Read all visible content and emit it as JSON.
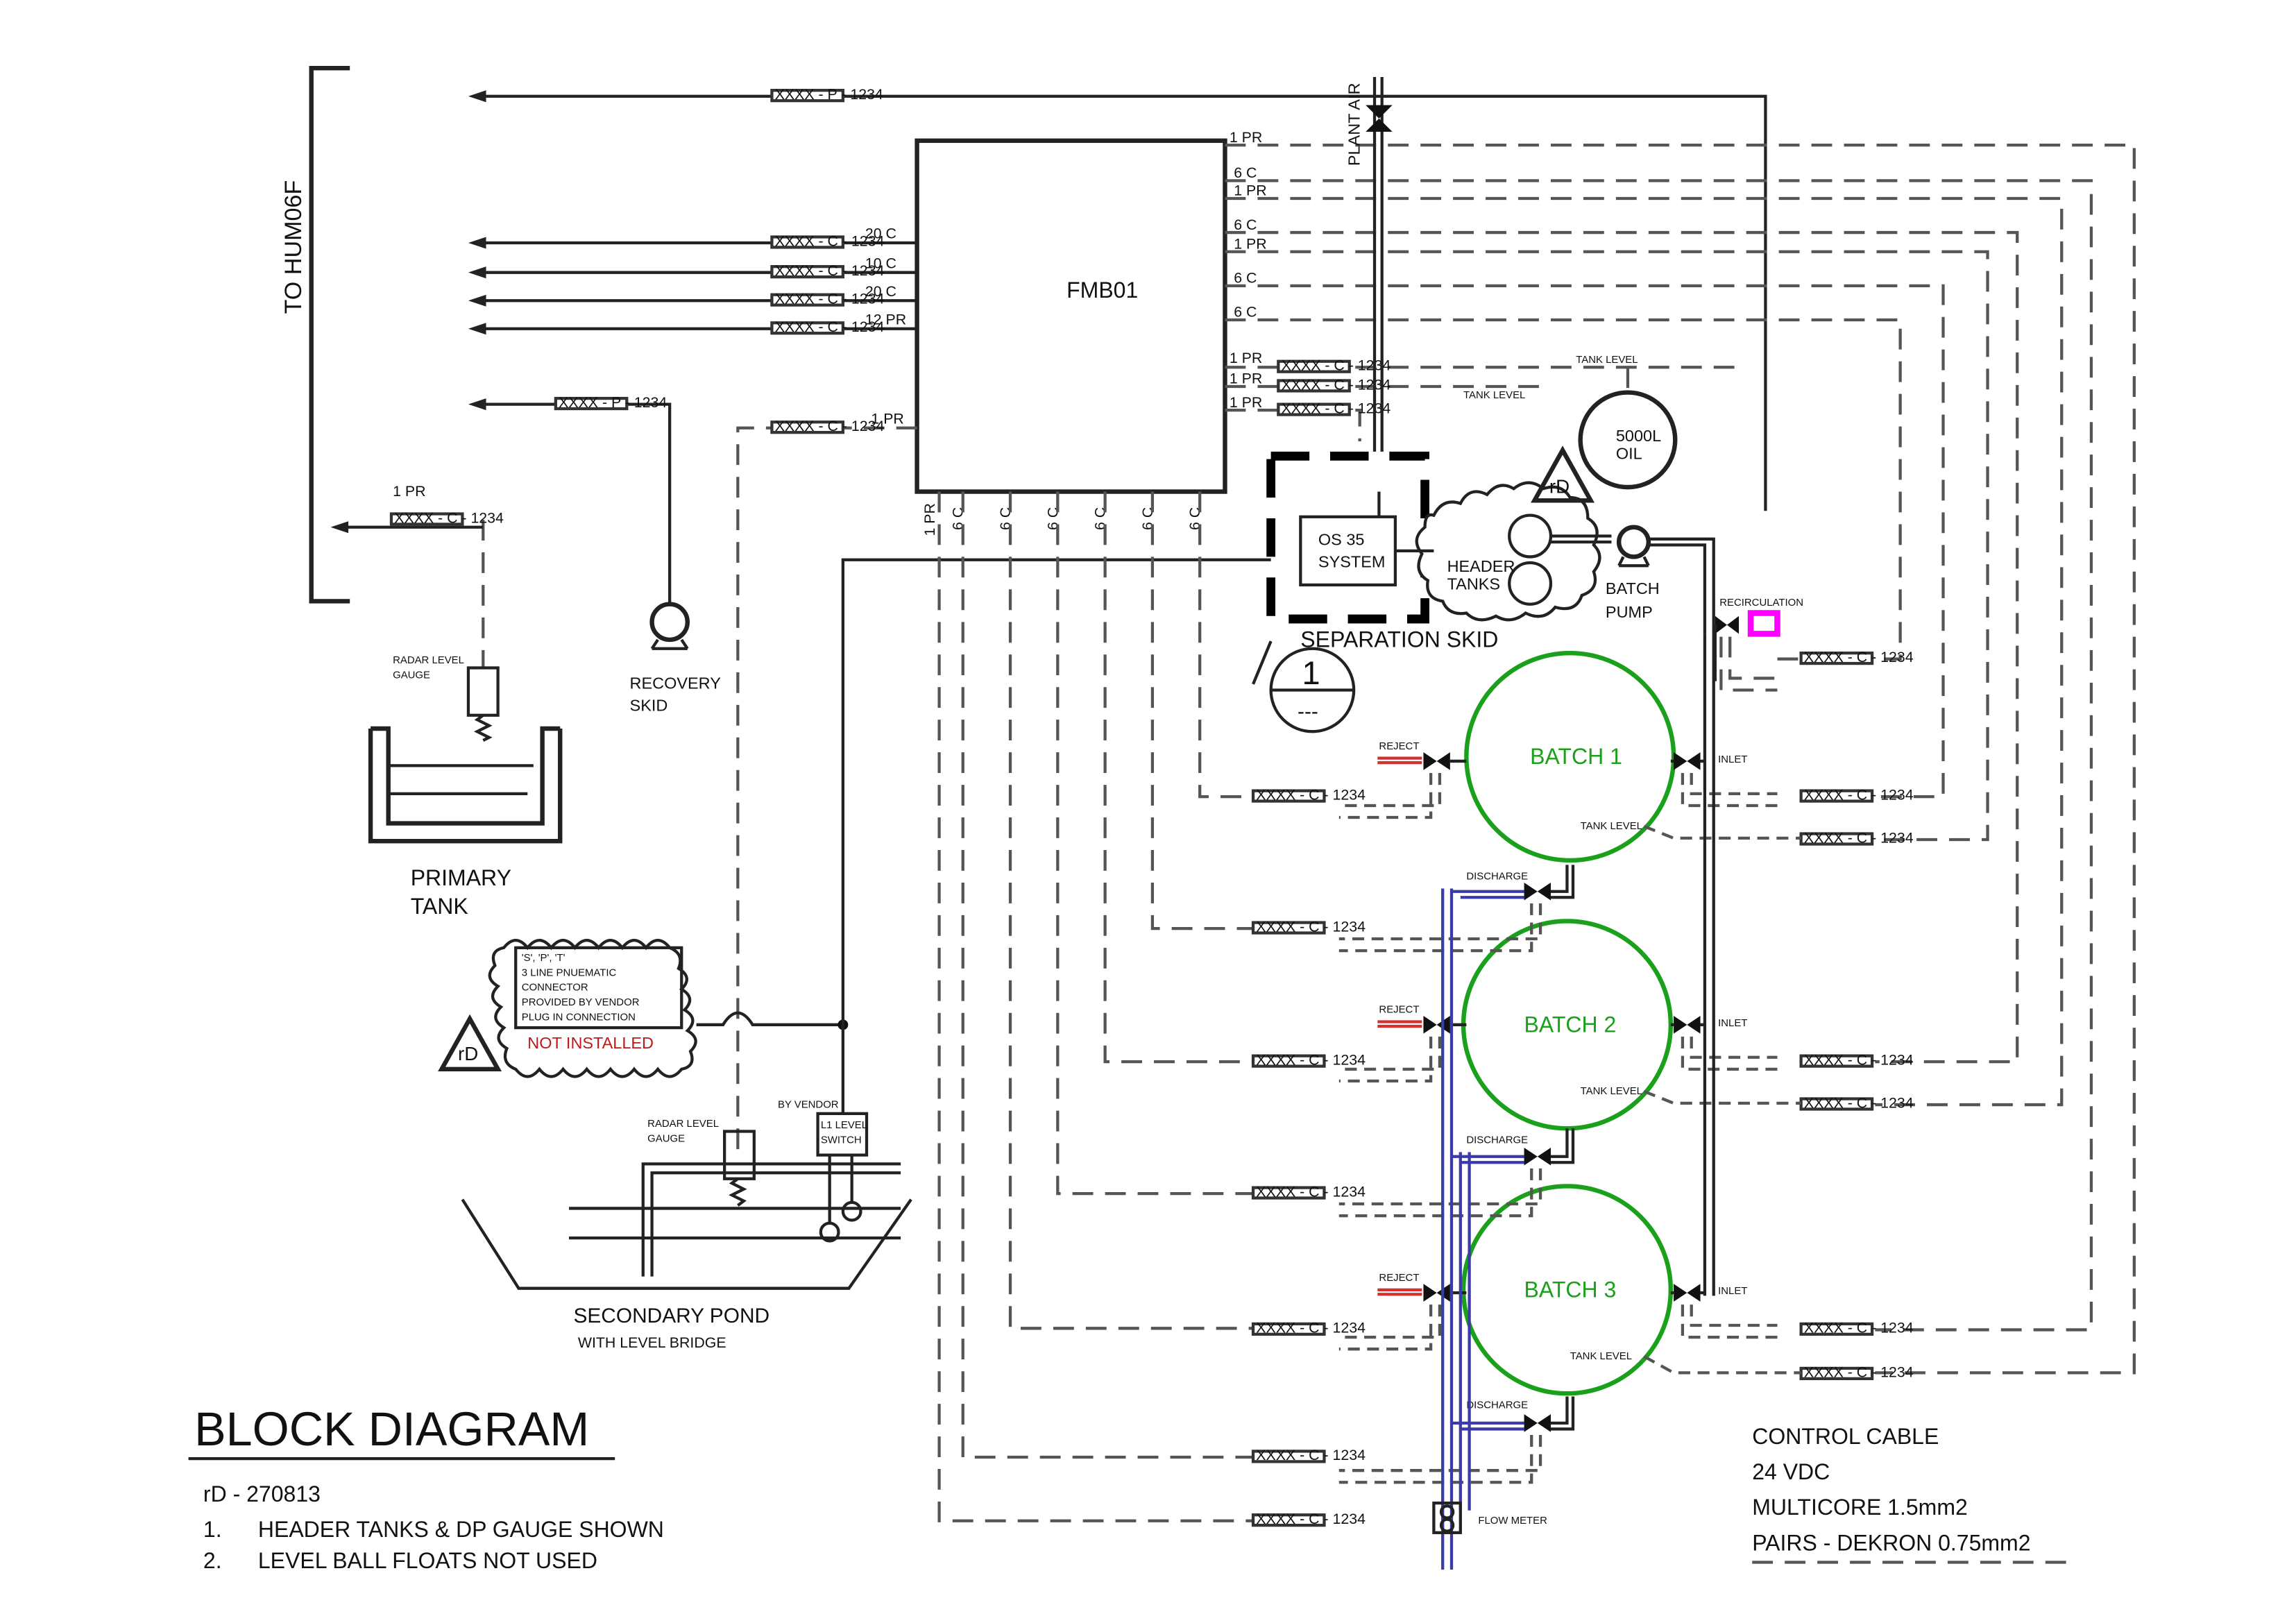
{
  "labels": {
    "to_hum": "TO HUM06F",
    "plant_air": "PLANT AIR",
    "fmb": "FMB01",
    "os35_line1": "OS 35",
    "os35_line2": "SYSTEM",
    "separation_skid": "SEPARATION SKID",
    "header_tanks_line1": "HEADER",
    "header_tanks_line2": "TANKS",
    "oil_tank_line1": "5000L",
    "oil_tank_line2": "OIL",
    "batch_pump_line1": "BATCH",
    "batch_pump_line2": "PUMP",
    "recirculation": "RECIRCULATION",
    "tank_level": "TANK LEVEL",
    "recovery_line1": "RECOVERY",
    "recovery_line2": "SKID",
    "radar_line1": "RADAR LEVEL",
    "radar_line2": "GAUGE",
    "primary_line1": "PRIMARY",
    "primary_line2": "TANK",
    "secondary_line1": "SECONDARY POND",
    "secondary_line2": "WITH LEVEL BRIDGE",
    "by_vendor": "BY VENDOR",
    "l1_line1": "L1 LEVEL",
    "l1_line2": "SWITCH",
    "connector_note": [
      "'S', 'P', 'T'",
      "3 LINE PNUEMATIC",
      "CONNECTOR",
      "PROVIDED BY VENDOR",
      "PLUG IN CONNECTION"
    ],
    "not_installed": "NOT INSTALLED",
    "rev_marker": "rD",
    "detail_number": "1",
    "detail_dash": "---",
    "reject": "REJECT",
    "inlet": "INLET",
    "discharge": "DISCHARGE",
    "flow_meter": "FLOW METER",
    "batch1": "BATCH 1",
    "batch2": "BATCH 2",
    "batch3": "BATCH 3"
  },
  "cable_tags": {
    "c": "XXXX - C - 1234",
    "p": "XXXX - P - 1234"
  },
  "fmb_right_cables": [
    "1 PR",
    "6 C",
    "1 PR",
    "6 C",
    "1 PR",
    "6 C",
    "6 C",
    "1 PR",
    "1 PR",
    "1 PR"
  ],
  "fmb_left_cables": [
    "20 C",
    "10 C",
    "20 C",
    "12 PR",
    "1 PR"
  ],
  "fmb_bottom_cables": [
    "1 PR",
    "6 C",
    "6 C",
    "6 C",
    "6 C",
    "6 C",
    "6 C"
  ],
  "primary_cable": "1 PR",
  "title": {
    "heading": "BLOCK DIAGRAM",
    "revision": "rD - 270813",
    "notes": [
      {
        "num": "1.",
        "text": "HEADER TANKS & DP GAUGE SHOWN"
      },
      {
        "num": "2.",
        "text": "LEVEL BALL FLOATS NOT USED"
      }
    ]
  },
  "control_cable": [
    "CONTROL CABLE",
    "24 VDC",
    "MULTICORE 1.5mm2",
    "PAIRS - DEKRON 0.75mm2"
  ],
  "colors": {
    "batch": "#1aa01a",
    "not_installed": "#c01818",
    "recirculation_box": "#ff00ff",
    "reject_line": "#d43030",
    "pipe_blue": "#3a3aa8"
  }
}
